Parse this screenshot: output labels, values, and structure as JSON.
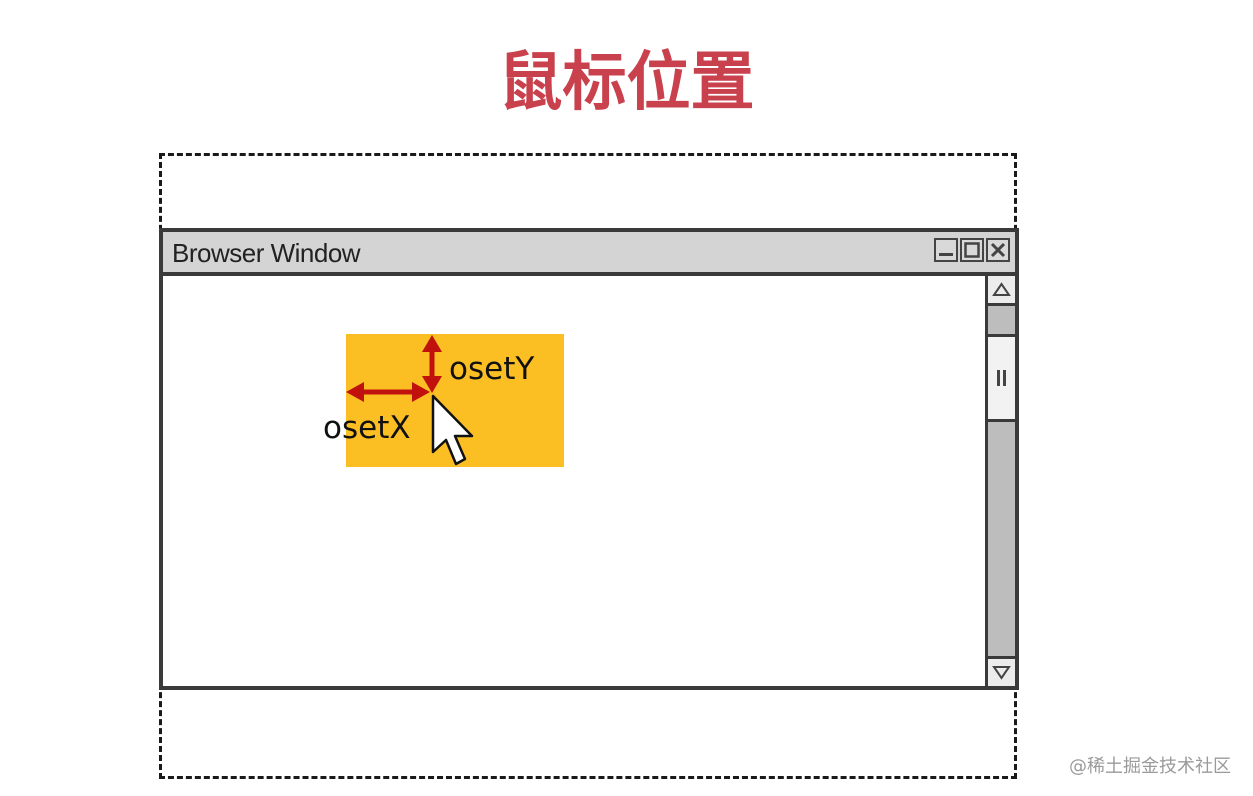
{
  "slide": {
    "title": "鼠标位置"
  },
  "browser_window": {
    "title": "Browser Window",
    "controls": [
      "minimize-icon",
      "maximize-icon",
      "close-icon"
    ]
  },
  "diagram": {
    "offset_y_label": "osetY",
    "offset_x_label": "osetX",
    "box_color": "#fbbf24",
    "arrow_color": "#c0110c",
    "title_color": "#c8414c"
  },
  "credit": "@稀土掘金技术社区"
}
